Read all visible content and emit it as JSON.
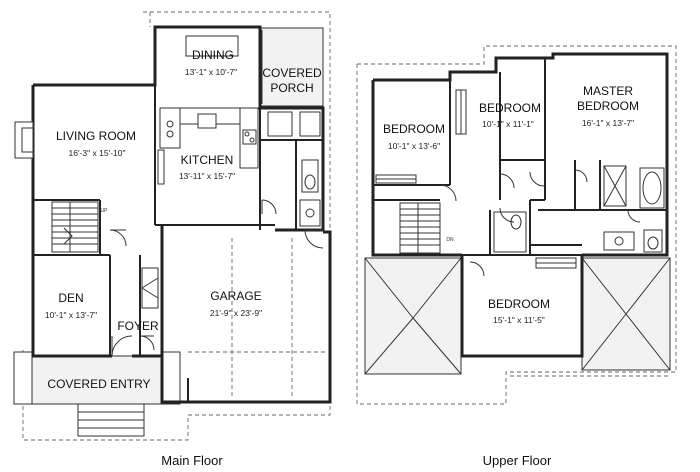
{
  "main_floor": {
    "caption": "Main Floor",
    "rooms": {
      "dining": {
        "name": "DINING",
        "dims": "13'-1\" x 10'-7\""
      },
      "covered_porch": {
        "name_line1": "COVERED",
        "name_line2": "PORCH"
      },
      "living_room": {
        "name": "LIVING ROOM",
        "dims": "16'-3\" x 15'-10\""
      },
      "kitchen": {
        "name": "KITCHEN",
        "dims": "13'-11\" x 15'-7\""
      },
      "den": {
        "name": "DEN",
        "dims": "10'-1\" x 13'-7\""
      },
      "garage": {
        "name": "GARAGE",
        "dims": "21'-9\" x 23'-9\""
      },
      "foyer": {
        "name": "FOYER"
      },
      "covered_entry": {
        "name": "COVERED ENTRY"
      }
    },
    "stair_label": "UP"
  },
  "upper_floor": {
    "caption": "Upper Floor",
    "rooms": {
      "bedroom_left": {
        "name": "BEDROOM",
        "dims": "10'-1\" x 13'-6\""
      },
      "bedroom_center": {
        "name": "BEDROOM",
        "dims": "10'-1\" x 11'-1\""
      },
      "master_bedroom": {
        "name_line1": "MASTER",
        "name_line2": "BEDROOM",
        "dims": "16'-1\" x 13'-7\""
      },
      "bedroom_bottom": {
        "name": "BEDROOM",
        "dims": "15'-1\" x 11'-5\""
      }
    },
    "stair_label": "DN"
  }
}
